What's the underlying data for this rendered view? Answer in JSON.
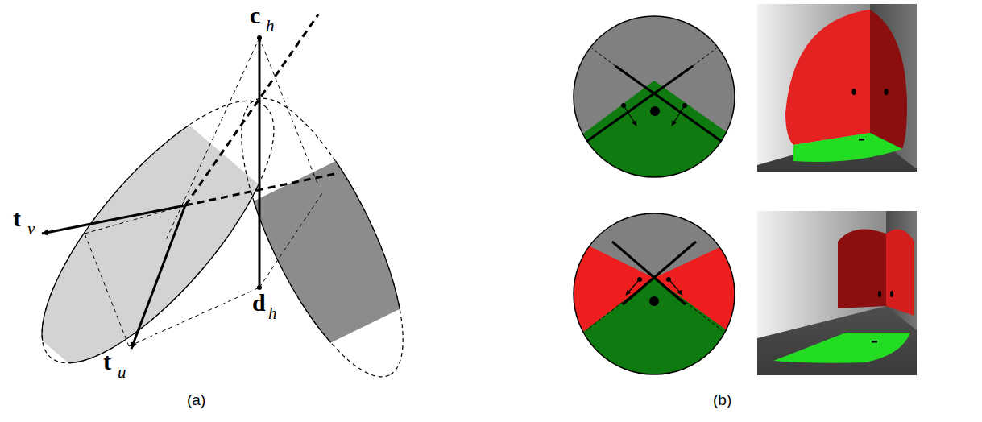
{
  "diagram": {
    "labels": [
      "c",
      "h",
      "t",
      "v",
      "t",
      "u",
      "d",
      "h",
      "(a)",
      "(b)"
    ]
  }
}
